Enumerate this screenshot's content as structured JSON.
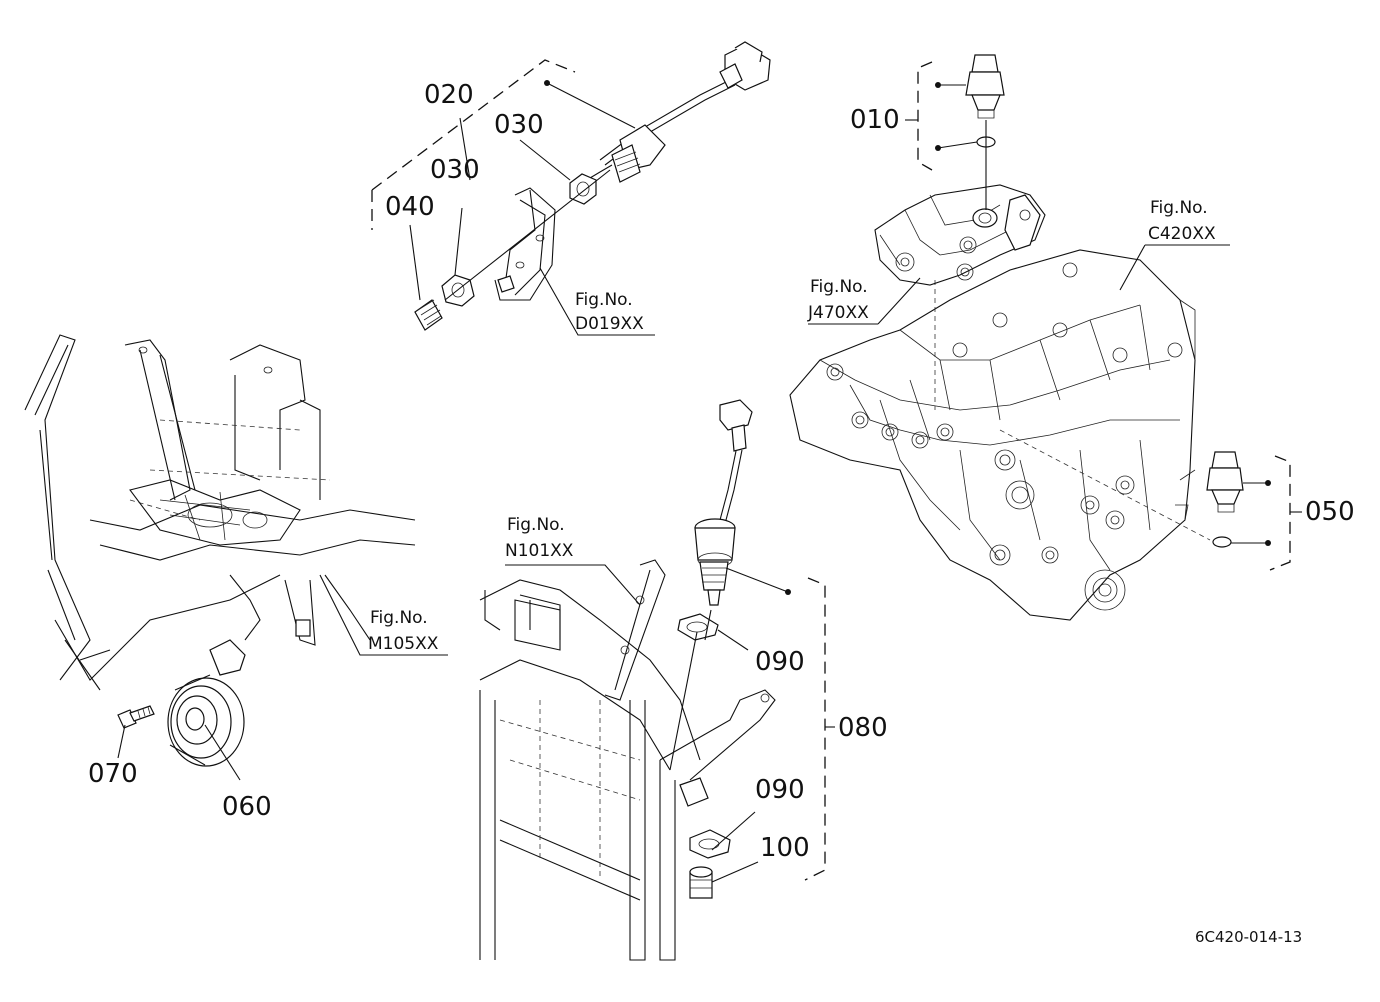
{
  "callouts": {
    "c010": "010",
    "c020": "020",
    "c030a": "030",
    "c030b": "030",
    "c040": "040",
    "c050": "050",
    "c060": "060",
    "c070": "070",
    "c080": "080",
    "c090a": "090",
    "c090b": "090",
    "c100": "100"
  },
  "figure_refs": [
    {
      "label": "Fig.No.",
      "code": "D019XX"
    },
    {
      "label": "Fig.No.",
      "code": "J470XX"
    },
    {
      "label": "Fig.No.",
      "code": "C420XX"
    },
    {
      "label": "Fig.No.",
      "code": "N101XX"
    },
    {
      "label": "Fig.No.",
      "code": "M105XX"
    }
  ],
  "drawing_code": "6C420-014-13"
}
